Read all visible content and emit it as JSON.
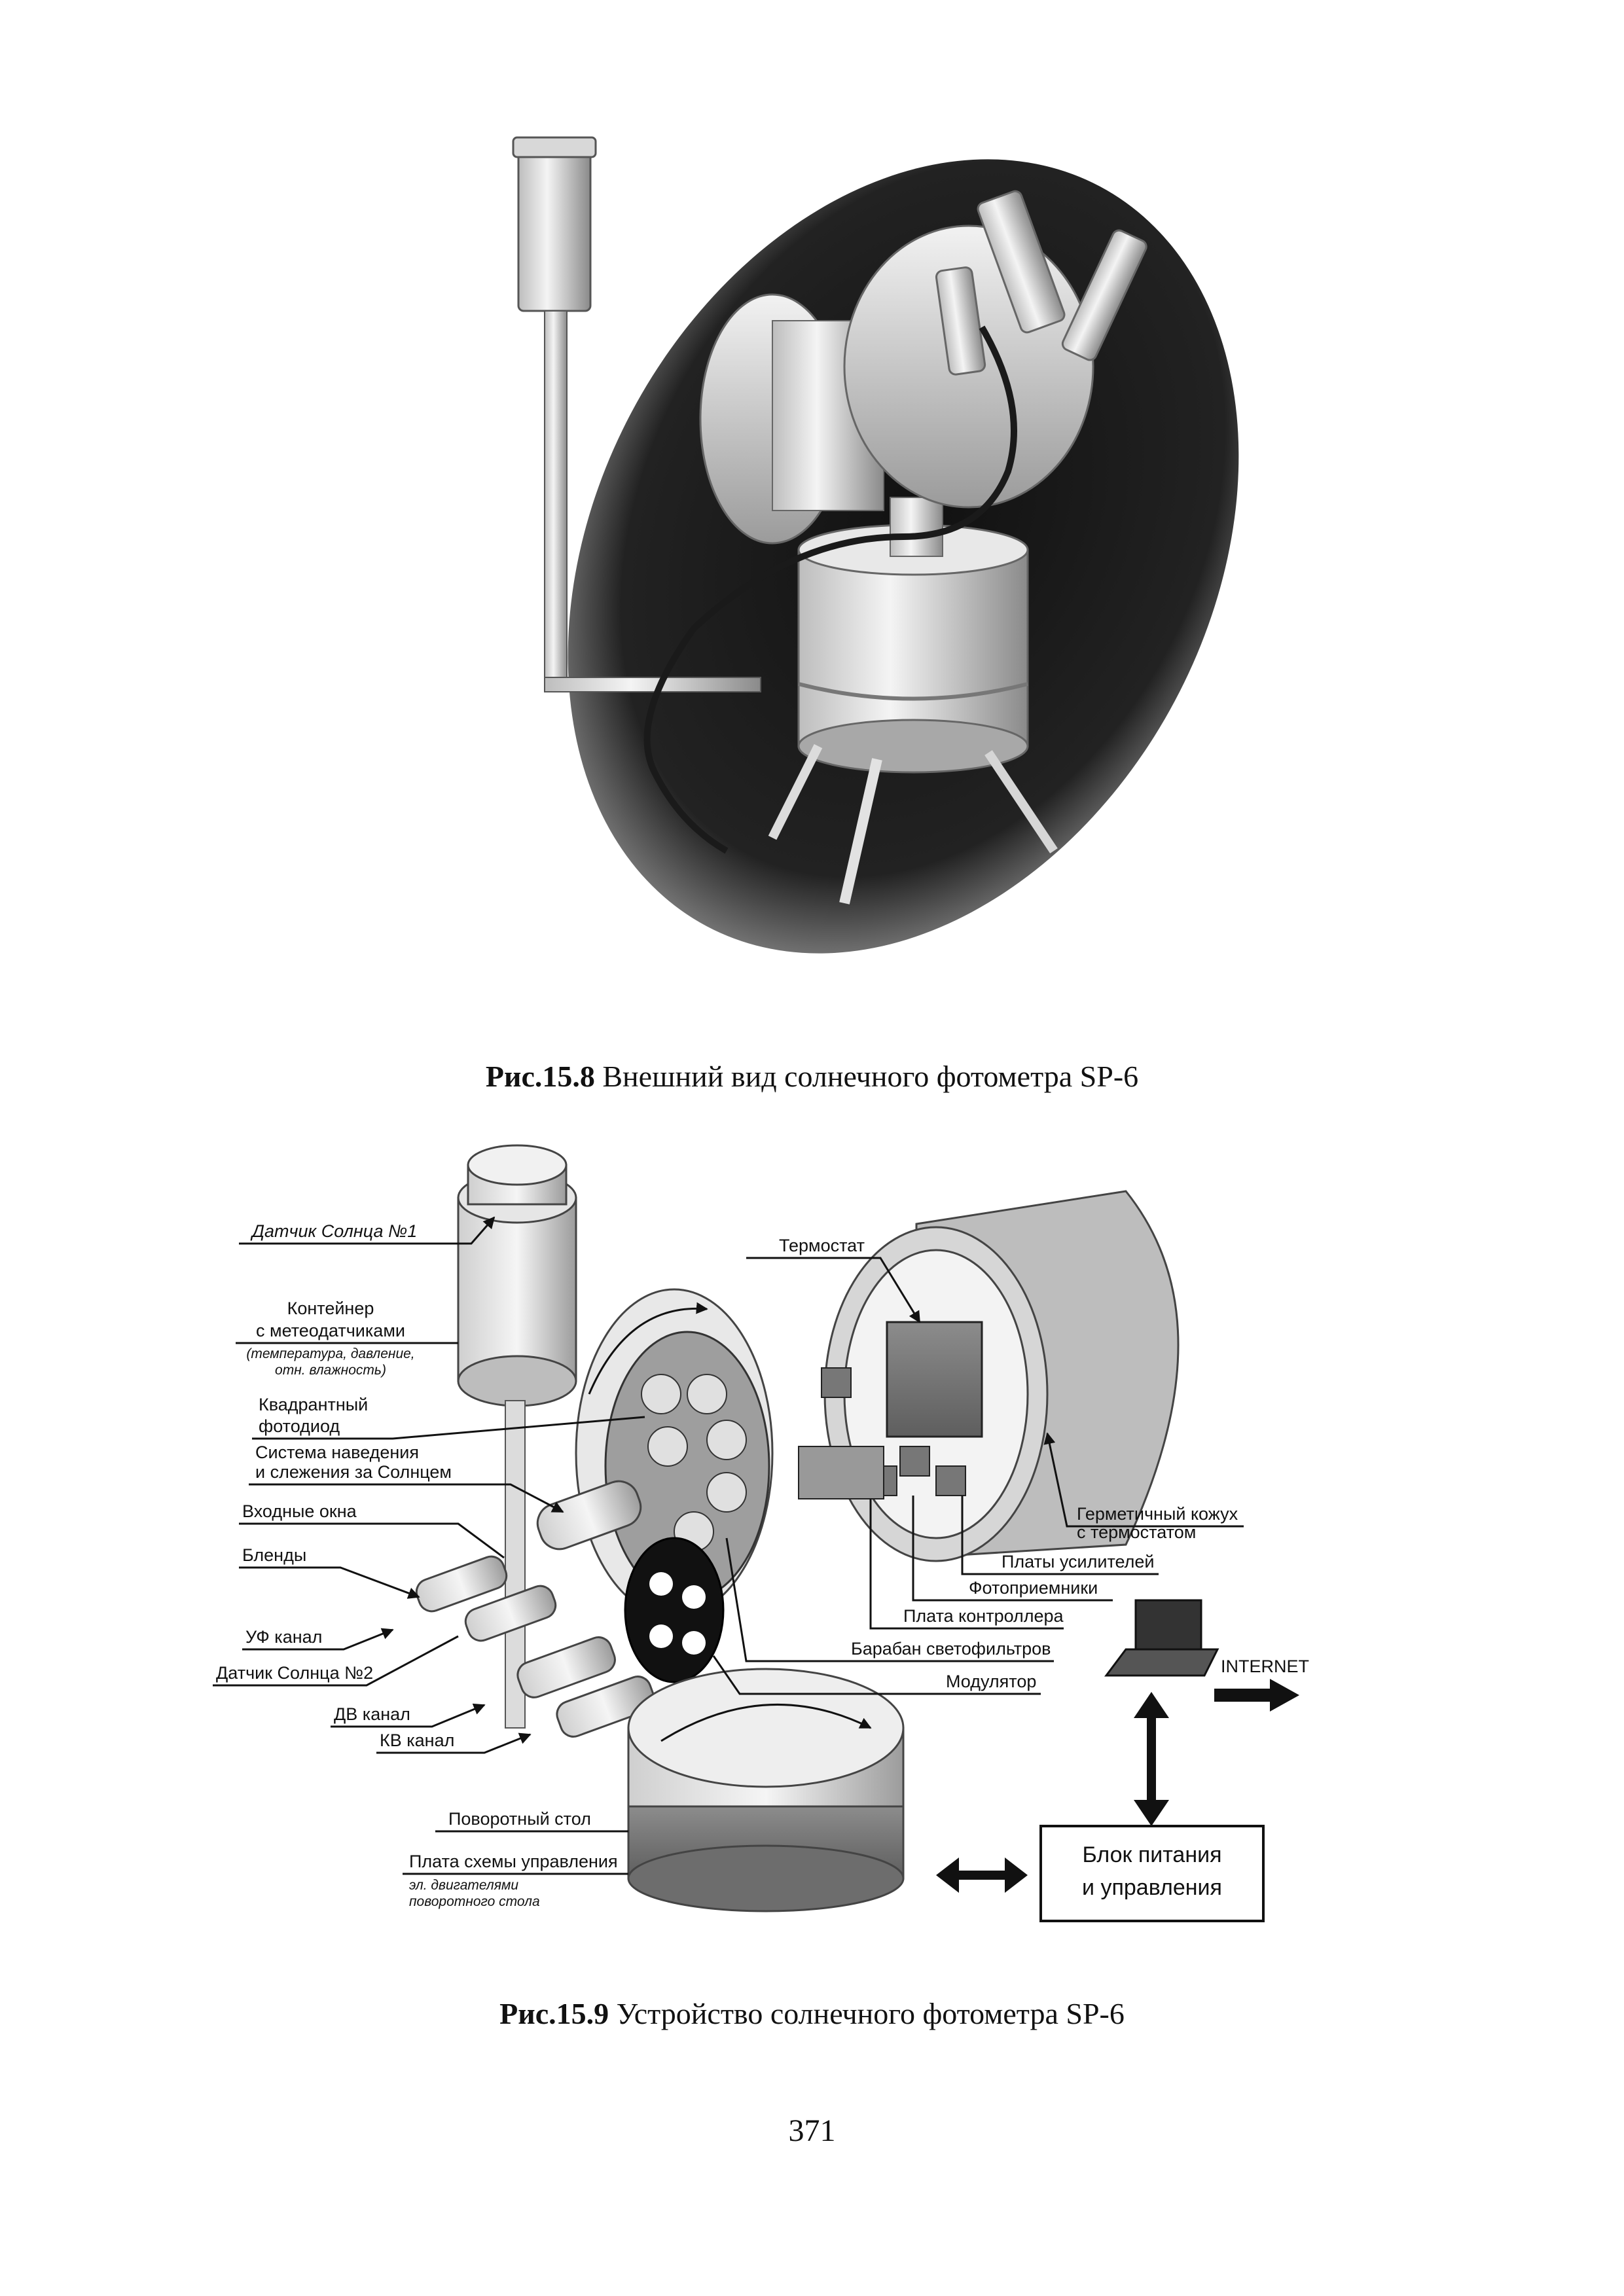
{
  "figure1": {
    "caption_num": "Рис.15.8",
    "caption_text": " Внешний вид солнечного фотометра SP-6"
  },
  "figure2": {
    "caption_num": "Рис.15.9",
    "caption_text": " Устройство солнечного фотометра SP-6",
    "labels": {
      "sun_sensor_1": "Датчик Солнца №1",
      "container_1": "Контейнер",
      "container_2": "с метеодатчиками",
      "container_3": "(температура, давление,",
      "container_4": "отн. влажность)",
      "quadrant_1": "Квадрантный",
      "quadrant_2": "фотодиод",
      "guidance_1": "Система наведения",
      "guidance_2": "и слежения за Солнцем",
      "input_windows": "Входные окна",
      "blends": "Бленды",
      "uv_channel": "УФ канал",
      "sun_sensor_2": "Датчик Солнца №2",
      "dv_channel": "ДВ канал",
      "kv_channel": "КВ канал",
      "thermostat": "Термостат",
      "housing_1": "Герметичный кожух",
      "housing_2": "с термостатом",
      "amp_boards": "Платы усилителей",
      "photodetectors": "Фотоприемники",
      "controller_board": "Плата контроллера",
      "filter_drum": "Барабан светофильтров",
      "modulator": "Модулятор",
      "internet": "INTERNET",
      "turntable": "Поворотный стол",
      "control_board_1": "Плата схемы управления",
      "control_board_2": "эл. двигателями",
      "control_board_3": "поворотного стола",
      "power_1": "Блок питания",
      "power_2": "и управления"
    }
  },
  "page_number": "371"
}
